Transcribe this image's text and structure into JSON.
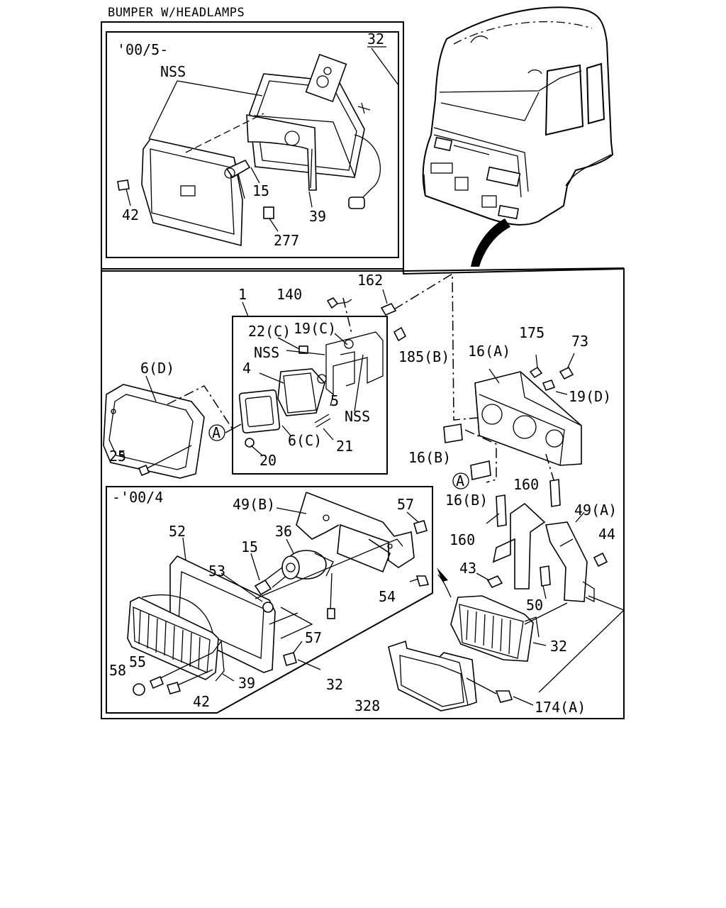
{
  "title": "BUMPER W/HEADLAMPS",
  "panel_top": {
    "range": "'00/5-"
  },
  "panel_bottom": {
    "range": "-'00/4"
  },
  "callouts": {
    "c32a": "32",
    "nss1": "NSS",
    "c15a": "15",
    "c42a": "42",
    "c39a": "39",
    "c277": "277",
    "c1": "1",
    "c140": "140",
    "c162": "162",
    "c22c": "22(C)",
    "c19c": "19(C)",
    "nss2": "NSS",
    "c4": "4",
    "c5": "5",
    "nss3": "NSS",
    "c185b": "185(B)",
    "c6d": "6(D)",
    "c6c": "6(C)",
    "c21": "21",
    "c20": "20",
    "c25": "25",
    "markA1": "A",
    "markA2": "A",
    "c16a": "16(A)",
    "c175": "175",
    "c73": "73",
    "c19d": "19(D)",
    "c16b1": "16(B)",
    "c16b2": "16(B)",
    "c160a": "160",
    "c160b": "160",
    "c49a": "49(A)",
    "c44": "44",
    "c43": "43",
    "c50": "50",
    "c32c": "32",
    "c328": "328",
    "c174a": "174(A)",
    "c49b": "49(B)",
    "c57a": "57",
    "c52": "52",
    "c36": "36",
    "c15b": "15",
    "c53": "53",
    "c54": "54",
    "c57b": "57",
    "c55": "55",
    "c58": "58",
    "c39b": "39",
    "c42b": "42",
    "c32b": "32"
  }
}
